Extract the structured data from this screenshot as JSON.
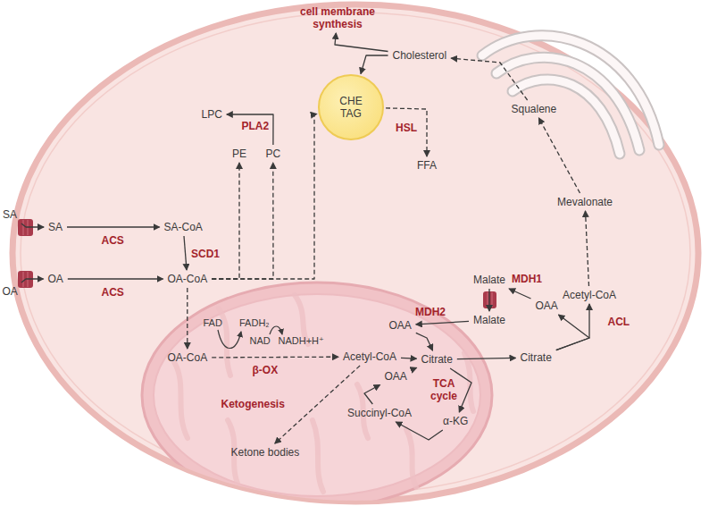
{
  "diagram": {
    "nodes": [
      {
        "text": [
          "cell membrane synthesis"
        ]
      },
      {
        "text": [
          "Cholesterol"
        ]
      },
      {
        "text": [
          "CHE",
          "TAG"
        ]
      },
      {
        "text": [
          "LPC"
        ]
      },
      {
        "text": [
          "PE"
        ]
      },
      {
        "text": [
          "PC"
        ]
      },
      {
        "text": [
          "FFA"
        ]
      },
      {
        "text": [
          "Squalene"
        ]
      },
      {
        "text": [
          "Mevalonate"
        ]
      },
      {
        "text": [
          "SA"
        ]
      },
      {
        "text": [
          "SA"
        ]
      },
      {
        "text": [
          "SA-CoA"
        ]
      },
      {
        "text": [
          "OA"
        ]
      },
      {
        "text": [
          "OA-CoA"
        ]
      },
      {
        "text": [
          "OA"
        ]
      },
      {
        "text": [
          "Malate"
        ]
      },
      {
        "text": [
          "OAA"
        ]
      },
      {
        "text": [
          "Acetyl-CoA"
        ]
      },
      {
        "text": [
          "Citrate"
        ]
      },
      {
        "text": [
          "Malate"
        ]
      },
      {
        "text": [
          "OAA"
        ]
      },
      {
        "text": [
          "OA-CoA"
        ]
      },
      {
        "text": [
          "Acetyl-CoA"
        ]
      },
      {
        "text": [
          "Citrate"
        ]
      },
      {
        "text": [
          "OAA"
        ]
      },
      {
        "text": [
          "Succinyl-CoA"
        ]
      },
      {
        "text": [
          "α-KG"
        ]
      },
      {
        "text": [
          "Ketone bodies"
        ]
      }
    ],
    "edges": [
      {
        "from": 9,
        "to": 10,
        "arrow": "to"
      },
      {
        "from": 14,
        "to": 12,
        "arrow": "to"
      },
      {
        "from": 10,
        "to": 11,
        "label": "ACS",
        "arrow": "to"
      },
      {
        "from": 12,
        "to": 13,
        "label": "ACS",
        "arrow": "to"
      },
      {
        "from": 11,
        "to": 13,
        "label": "SCD1",
        "arrow": "to"
      },
      {
        "from": 13,
        "to": 4,
        "arrow": "to"
      },
      {
        "from": 13,
        "to": 5,
        "arrow": "to"
      },
      {
        "from": 5,
        "to": 3,
        "label": "PLA2",
        "arrow": "to"
      },
      {
        "from": 13,
        "to": 2,
        "arrow": "to"
      },
      {
        "from": 2,
        "to": 6,
        "label": "HSL",
        "arrow": "to"
      },
      {
        "from": 1,
        "to": 2,
        "arrow": "to"
      },
      {
        "from": 1,
        "to": 0,
        "arrow": "to"
      },
      {
        "from": 7,
        "to": 1,
        "arrow": "to"
      },
      {
        "from": 8,
        "to": 7,
        "arrow": "to"
      },
      {
        "from": 17,
        "to": 8,
        "arrow": "to"
      },
      {
        "from": 18,
        "to": 17,
        "label": "ACL",
        "arrow": "to"
      },
      {
        "from": 18,
        "to": 16,
        "arrow": "to"
      },
      {
        "from": 16,
        "to": 15,
        "label": "MDH1",
        "arrow": "to"
      },
      {
        "from": 15,
        "to": 19,
        "arrow": "to"
      },
      {
        "from": 19,
        "to": 20,
        "label": "MDH2",
        "arrow": "to"
      },
      {
        "from": 20,
        "to": 23,
        "arrow": "to"
      },
      {
        "from": 22,
        "to": 23,
        "arrow": "to"
      },
      {
        "from": 23,
        "to": 18,
        "arrow": "to"
      },
      {
        "from": 23,
        "to": 26,
        "arrow": "to"
      },
      {
        "from": 26,
        "to": 25,
        "arrow": "to"
      },
      {
        "from": 25,
        "to": 24,
        "arrow": "to"
      },
      {
        "from": 24,
        "to": 23,
        "arrow": "to"
      },
      {
        "from": 13,
        "to": 21,
        "arrow": "to"
      },
      {
        "from": 21,
        "to": 22,
        "label": "β-OX",
        "arrow": "to"
      },
      {
        "from": 22,
        "to": 27,
        "label": "Ketogenesis",
        "arrow": "to"
      }
    ],
    "labels": [
      "TCA cycle",
      "FAD",
      "FADH₂",
      "NAD",
      "NADH+H⁺"
    ]
  }
}
